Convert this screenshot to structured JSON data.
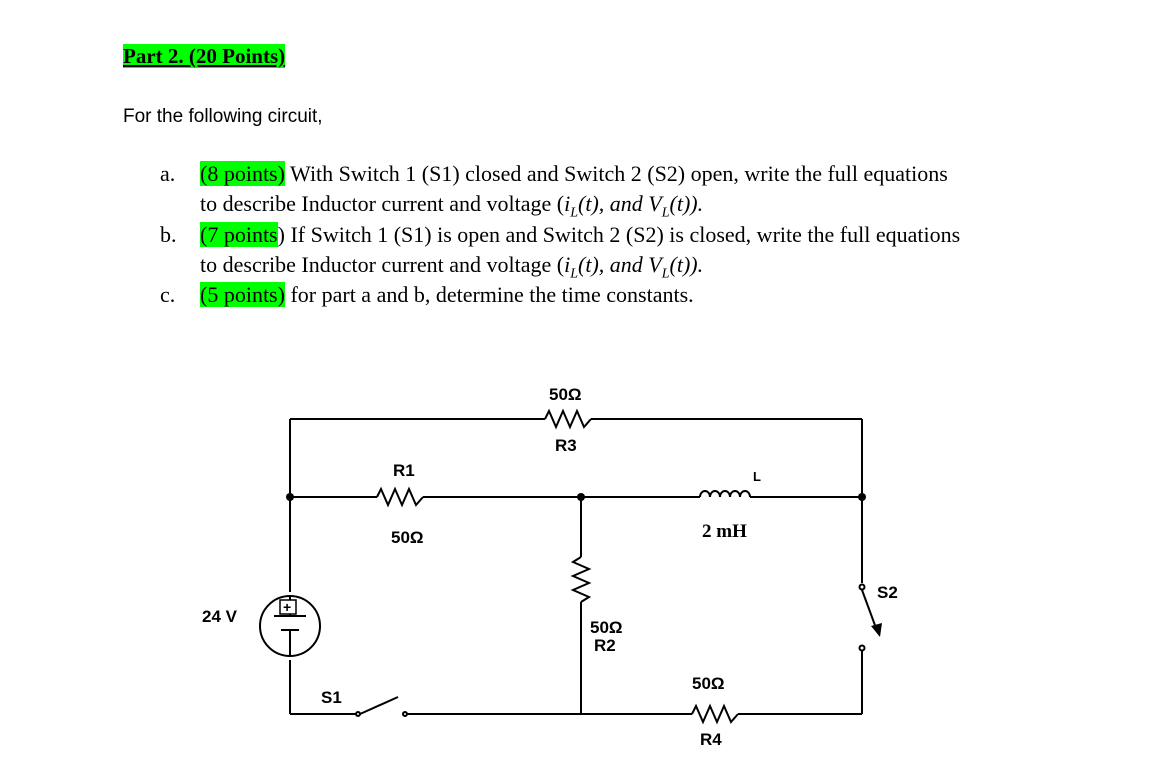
{
  "heading": "Part 2. (20 Points)",
  "intro": "For the following circuit,",
  "items": [
    {
      "marker": "a.",
      "points": "(8 points)",
      "line1": " With Switch 1 (S1) closed and Switch 2 (S2) open, write the full equations",
      "line2_pre": "to describe Inductor current and voltage (",
      "iL": "i",
      "sub_L": "L",
      "t_part": "(t), and V",
      "t_end": "(t)).",
      "line2_post": ""
    },
    {
      "marker": "b.",
      "points": "(7 points",
      "line1": ") If Switch 1 (S1) is open and Switch 2 (S2) is closed, write the full equations",
      "line2_pre": "to describe Inductor current and voltage (",
      "iL": "i",
      "sub_L": "L",
      "t_part": "(t), and V",
      "t_end": "(t)).",
      "line2_post": ""
    },
    {
      "marker": "c.",
      "points": "(5 points)",
      "line1": " for part a and b, determine the time constants."
    }
  ],
  "circuit": {
    "r3_value": "50Ω",
    "r3_name": "R3",
    "r1_name": "R1",
    "r1_value": "50Ω",
    "l_name": "L",
    "l_value": "2 mH",
    "r2_value": "50Ω",
    "r2_name": "R2",
    "r4_value": "50Ω",
    "r4_name": "R4",
    "source_value": "24 V",
    "s1_name": "S1",
    "s2_name": "S2",
    "plus_sign": "+"
  }
}
